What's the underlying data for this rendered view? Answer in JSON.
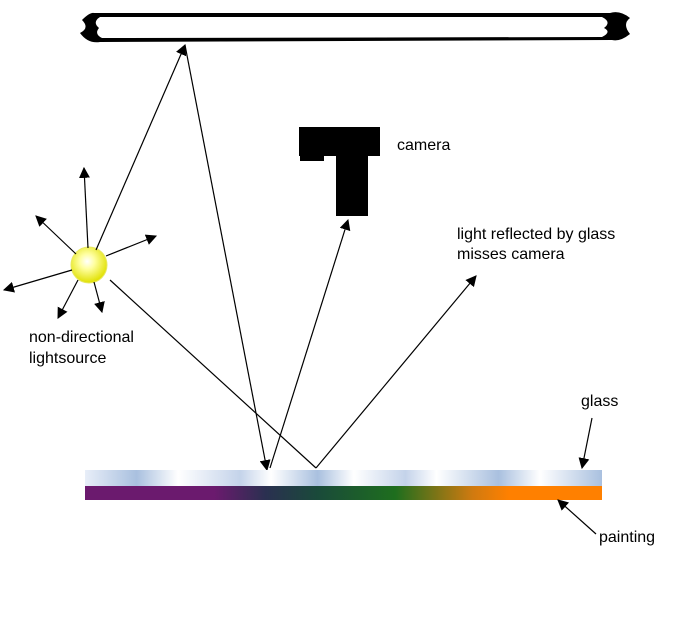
{
  "labels": {
    "camera": "camera",
    "reflected_line1": "light reflected by glass",
    "reflected_line2": "misses camera",
    "lightsource_line1": "non-directional",
    "lightsource_line2": "lightsource",
    "glass": "glass",
    "painting": "painting"
  },
  "colors": {
    "glass_light": "#ffffff",
    "glass_blue": "#a9c0df",
    "painting_purple": "#6b1a6e",
    "painting_navy": "#2a3050",
    "painting_green": "#1e6e1e",
    "painting_orange": "#ff8000",
    "bulb_core": "#ffffcc",
    "bulb_outer": "#e8e800"
  },
  "icons": {
    "camera": "camera-icon",
    "light": "lightbulb-icon",
    "ceiling": "ceiling-panel"
  }
}
